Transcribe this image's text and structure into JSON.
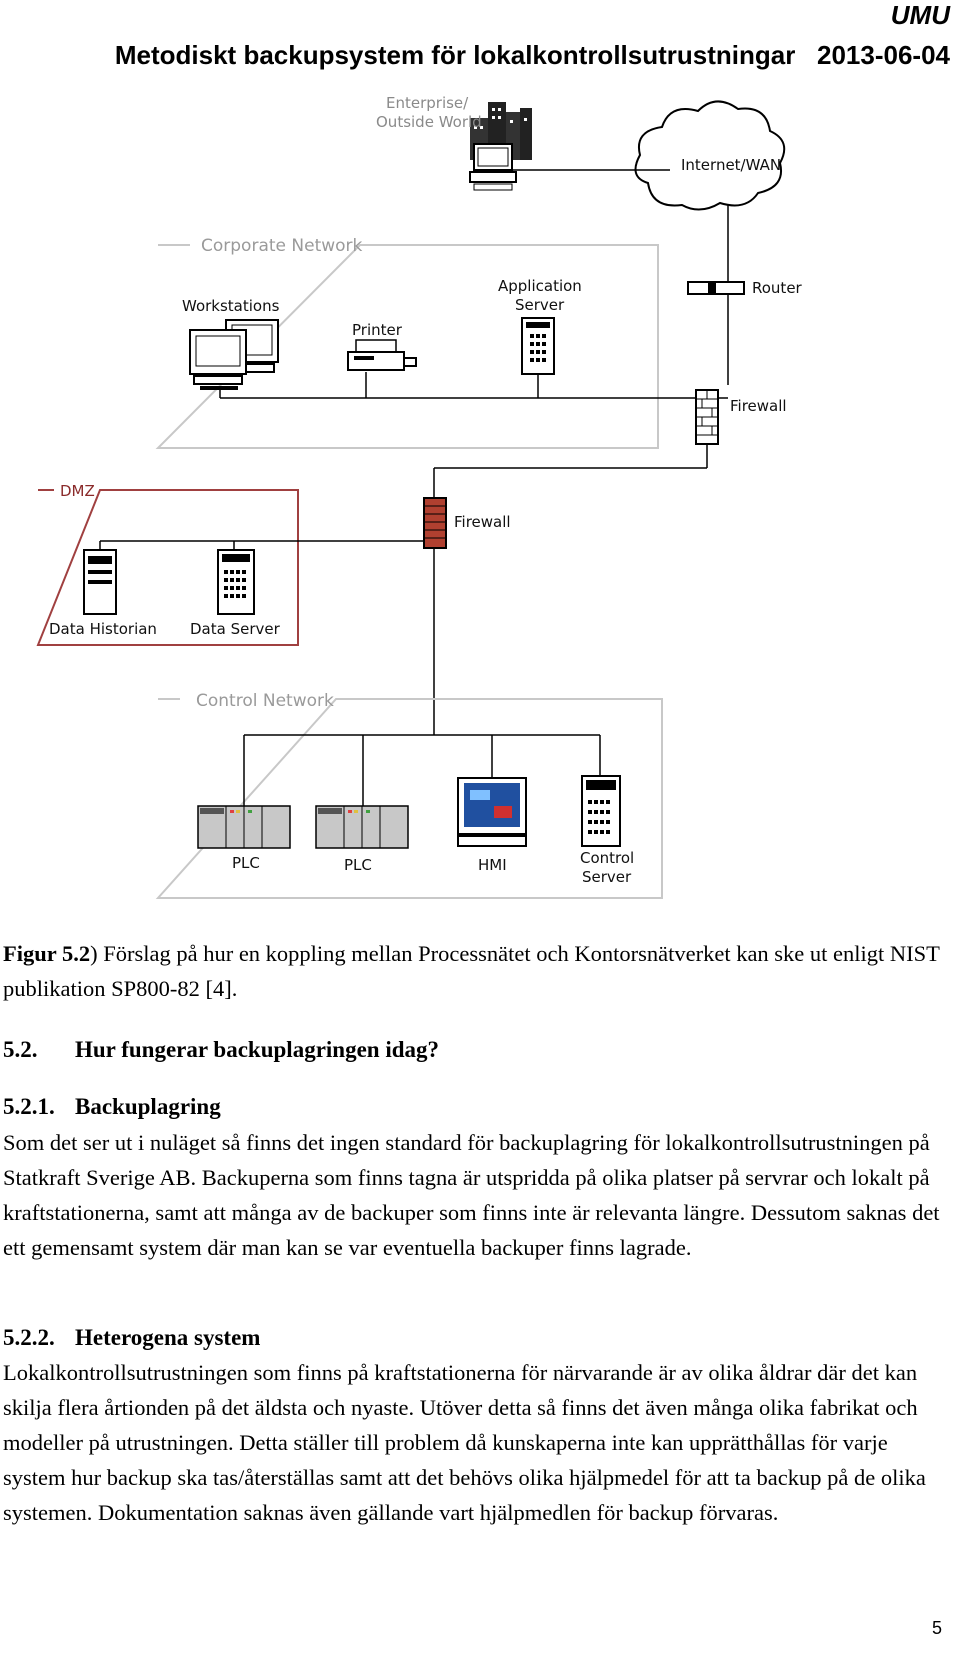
{
  "header": {
    "org": "UMU",
    "title": "Metodiskt backupsystem för lokalkontrollsutrustningar   2013-06-04"
  },
  "diagram": {
    "enterprise_line1": "Enterprise/",
    "enterprise_line2": "Outside World",
    "internet": "Internet/WAN",
    "corporate": "Corporate Network",
    "workstations": "Workstations",
    "printer": "Printer",
    "app_server_line1": "Application",
    "app_server_line2": "Server",
    "router": "Router",
    "firewall_top": "Firewall",
    "dmz": "DMZ",
    "firewall_mid": "Firewall",
    "data_historian": "Data Historian",
    "data_server": "Data Server",
    "control_network": "Control Network",
    "plc1": "PLC",
    "plc2": "PLC",
    "hmi": "HMI",
    "control_server_line1": "Control",
    "control_server_line2": "Server"
  },
  "caption": {
    "prefix": "Figur 5.2",
    "text": ") Förslag på hur en koppling mellan Processnätet och Kontorsnätverket kan ske ut enligt NIST publikation SP800-82 [4]."
  },
  "section": {
    "num": "5.2.",
    "title": "Hur fungerar backuplagringen idag?"
  },
  "sub1": {
    "num": "5.2.1.",
    "title": "Backuplagring",
    "text": "Som det ser ut i nuläget så finns det ingen standard för backuplagring för lokalkontrollsutrustningen på Statkraft Sverige AB. Backuperna som finns tagna är utspridda på olika platser på servrar och lokalt på kraftstationerna, samt att många av de backuper som finns inte är relevanta längre. Dessutom saknas det ett gemensamt system där man kan se var eventuella backuper finns lagrade."
  },
  "sub2": {
    "num": "5.2.2.",
    "title": "Heterogena system",
    "text": "Lokalkontrollsutrustningen som finns på kraftstationerna för närvarande är av olika åldrar där det kan skilja flera årtionden på det äldsta och nyaste. Utöver detta så finns det även många olika fabrikat och modeller på utrustningen. Detta ställer till problem då kunskaperna inte kan upprätthållas för varje system hur backup ska tas/återställas samt att det behövs olika hjälpmedel för att ta backup på de olika systemen. Dokumentation saknas även gällande vart hjälpmedlen för backup förvaras."
  },
  "page_number": "5"
}
